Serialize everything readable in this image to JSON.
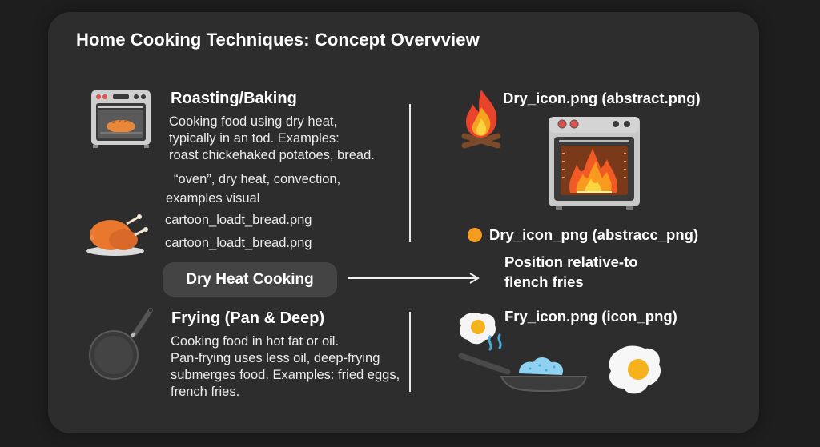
{
  "title": "Home Cooking Techniques: Concept Overvview",
  "roasting": {
    "heading": "Roasting/Baking",
    "description_lines": [
      "Cooking food using dry heat,",
      "typically in an tod. Examples:",
      "roast chickehaked potatoes, bread."
    ],
    "keywords_lines": [
      "“oven”, dry heat, convection,",
      "examples visual"
    ],
    "image_labels": [
      "cartoon_loadt_bread.png",
      "cartoon_loadt_bread.png"
    ],
    "icons": [
      "oven-bread-icon",
      "roast-turkey-icon"
    ]
  },
  "center": {
    "pill_label": "Dry Heat Cooking",
    "arrow": "right-arrow"
  },
  "frying": {
    "heading": "Frying (Pan & Deep)",
    "description_lines": [
      "Cooking food in hot fat or oil.",
      "Pan-frying uses less oil, deep-frying",
      "submerges food. Examples: fried eggs,",
      "french fries."
    ],
    "icons": [
      "frying-pan-icon"
    ]
  },
  "right": {
    "dry_label": "Dry_icon.png (abstract.png)",
    "dry_label_2": "Dry_icon_png (abstracc_png)",
    "position_lines": [
      "Position relative-to",
      "flench fries"
    ],
    "fry_label": "Fry_icon.png (icon_png)",
    "icons": [
      "campfire-icon",
      "oven-fire-icon",
      "orange-dot-icon",
      "fried-egg-icon",
      "pan-steam-icon",
      "fried-egg-large-icon"
    ]
  },
  "colors": {
    "background": "#1e1e1e",
    "card": "#2d2d2d",
    "pill": "#444444",
    "accent_orange": "#f39c1f",
    "flame_red": "#e8432b",
    "oven_gray": "#c9c9c9"
  }
}
